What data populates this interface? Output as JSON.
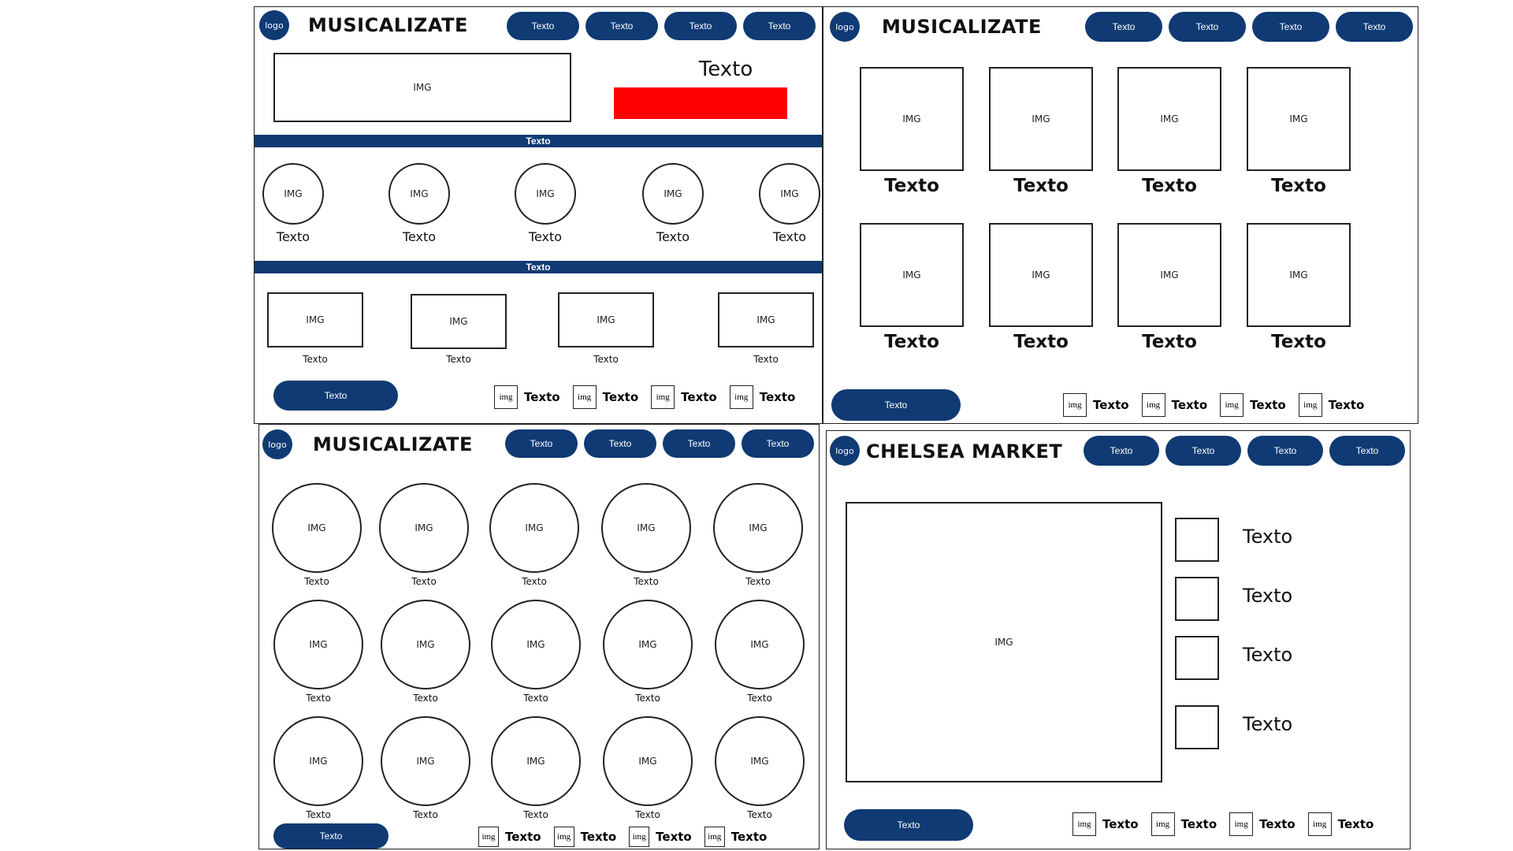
{
  "panel1": {
    "logo": "logo",
    "brand": "MUSICALIZATE",
    "nav": [
      "Texto",
      "Texto",
      "Texto",
      "Texto"
    ],
    "hero_img": "IMG",
    "hero_title": "Texto",
    "band1": "Texto",
    "circles": [
      {
        "img": "IMG",
        "label": "Texto"
      },
      {
        "img": "IMG",
        "label": "Texto"
      },
      {
        "img": "IMG",
        "label": "Texto"
      },
      {
        "img": "IMG",
        "label": "Texto"
      },
      {
        "img": "IMG",
        "label": "Texto"
      }
    ],
    "band2": "Texto",
    "rects": [
      {
        "img": "IMG",
        "label": "Texto"
      },
      {
        "img": "IMG",
        "label": "Texto"
      },
      {
        "img": "IMG",
        "label": "Texto"
      },
      {
        "img": "IMG",
        "label": "Texto"
      }
    ],
    "button": "Texto",
    "footer": [
      {
        "img": "img",
        "text": "Texto"
      },
      {
        "img": "img",
        "text": "Texto"
      },
      {
        "img": "img",
        "text": "Texto"
      },
      {
        "img": "img",
        "text": "Texto"
      }
    ]
  },
  "panel2": {
    "logo": "logo",
    "brand": "MUSICALIZATE",
    "nav": [
      "Texto",
      "Texto",
      "Texto",
      "Texto"
    ],
    "grid": [
      {
        "img": "IMG",
        "label": "Texto"
      },
      {
        "img": "IMG",
        "label": "Texto"
      },
      {
        "img": "IMG",
        "label": "Texto"
      },
      {
        "img": "IMG",
        "label": "Texto"
      },
      {
        "img": "IMG",
        "label": "Texto"
      },
      {
        "img": "IMG",
        "label": "Texto"
      },
      {
        "img": "IMG",
        "label": "Texto"
      },
      {
        "img": "IMG",
        "label": "Texto"
      }
    ],
    "button": "Texto",
    "footer": [
      {
        "img": "img",
        "text": "Texto"
      },
      {
        "img": "img",
        "text": "Texto"
      },
      {
        "img": "img",
        "text": "Texto"
      },
      {
        "img": "img",
        "text": "Texto"
      }
    ]
  },
  "panel3": {
    "logo": "logo",
    "brand": "MUSICALIZATE",
    "nav": [
      "Texto",
      "Texto",
      "Texto",
      "Texto"
    ],
    "circles": [
      {
        "img": "IMG",
        "label": "Texto"
      },
      {
        "img": "IMG",
        "label": "Texto"
      },
      {
        "img": "IMG",
        "label": "Texto"
      },
      {
        "img": "IMG",
        "label": "Texto"
      },
      {
        "img": "IMG",
        "label": "Texto"
      },
      {
        "img": "IMG",
        "label": "Texto"
      },
      {
        "img": "IMG",
        "label": "Texto"
      },
      {
        "img": "IMG",
        "label": "Texto"
      },
      {
        "img": "IMG",
        "label": "Texto"
      },
      {
        "img": "IMG",
        "label": "Texto"
      },
      {
        "img": "IMG",
        "label": "Texto"
      },
      {
        "img": "IMG",
        "label": "Texto"
      },
      {
        "img": "IMG",
        "label": "Texto"
      },
      {
        "img": "IMG",
        "label": "Texto"
      },
      {
        "img": "IMG",
        "label": "Texto"
      }
    ],
    "button": "Texto",
    "footer": [
      {
        "img": "img",
        "text": "Texto"
      },
      {
        "img": "img",
        "text": "Texto"
      },
      {
        "img": "img",
        "text": "Texto"
      },
      {
        "img": "img",
        "text": "Texto"
      }
    ]
  },
  "panel4": {
    "logo": "logo",
    "brand": "CHELSEA MARKET",
    "nav": [
      "Texto",
      "Texto",
      "Texto",
      "Texto"
    ],
    "main_img": "IMG",
    "options": [
      "Texto",
      "Texto",
      "Texto",
      "Texto"
    ],
    "button": "Texto",
    "footer": [
      {
        "img": "img",
        "text": "Texto"
      },
      {
        "img": "img",
        "text": "Texto"
      },
      {
        "img": "img",
        "text": "Texto"
      },
      {
        "img": "img",
        "text": "Texto"
      }
    ]
  },
  "colors": {
    "brand_blue": "#0f3a73",
    "accent_red": "#ff0000"
  }
}
